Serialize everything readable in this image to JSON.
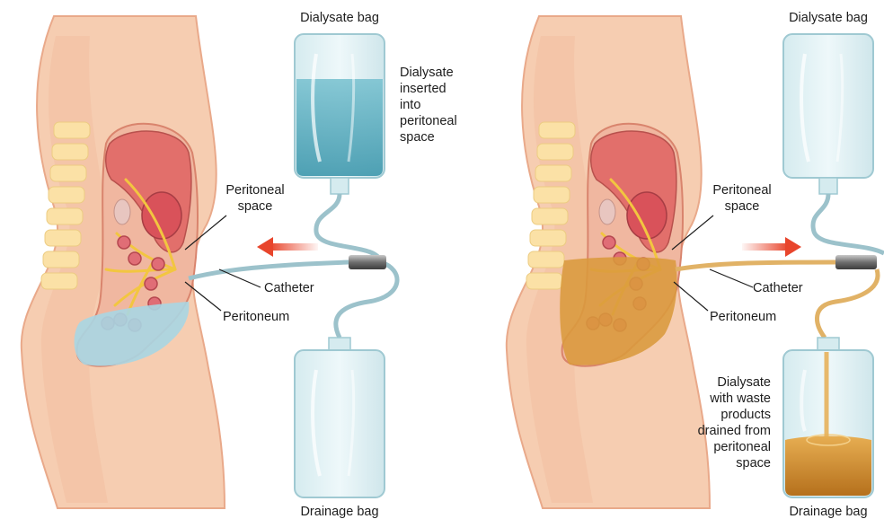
{
  "panels": [
    {
      "id": "fill",
      "dialysate_bag_label": "Dialysate bag",
      "drainage_bag_label": "Drainage bag",
      "peritoneal_space_label": [
        "Peritoneal",
        "space"
      ],
      "catheter_label": "Catheter",
      "peritoneum_label": "Peritoneum",
      "note_label": [
        "Dialysate",
        "inserted",
        "into",
        "peritoneal",
        "space"
      ],
      "flow_direction": "into-abdomen",
      "fluid_color": "#a9d6e3"
    },
    {
      "id": "drain",
      "dialysate_bag_label": "Dialysate bag",
      "drainage_bag_label": "Drainage bag",
      "peritoneal_space_label": [
        "Peritoneal",
        "space"
      ],
      "catheter_label": "Catheter",
      "peritoneum_label": "Peritoneum",
      "note_label": [
        "Dialysate",
        "with waste",
        "products",
        "drained from",
        "peritoneal",
        "space"
      ],
      "flow_direction": "out-of-abdomen",
      "fluid_color": "#d99a3c"
    }
  ],
  "colors": {
    "skin": "#f6cdb1",
    "skin_outline": "#e9a98a",
    "arrow": "#e8452c",
    "bag_blue": "#5fb3c4",
    "waste_fluid": "#d99a3c"
  }
}
